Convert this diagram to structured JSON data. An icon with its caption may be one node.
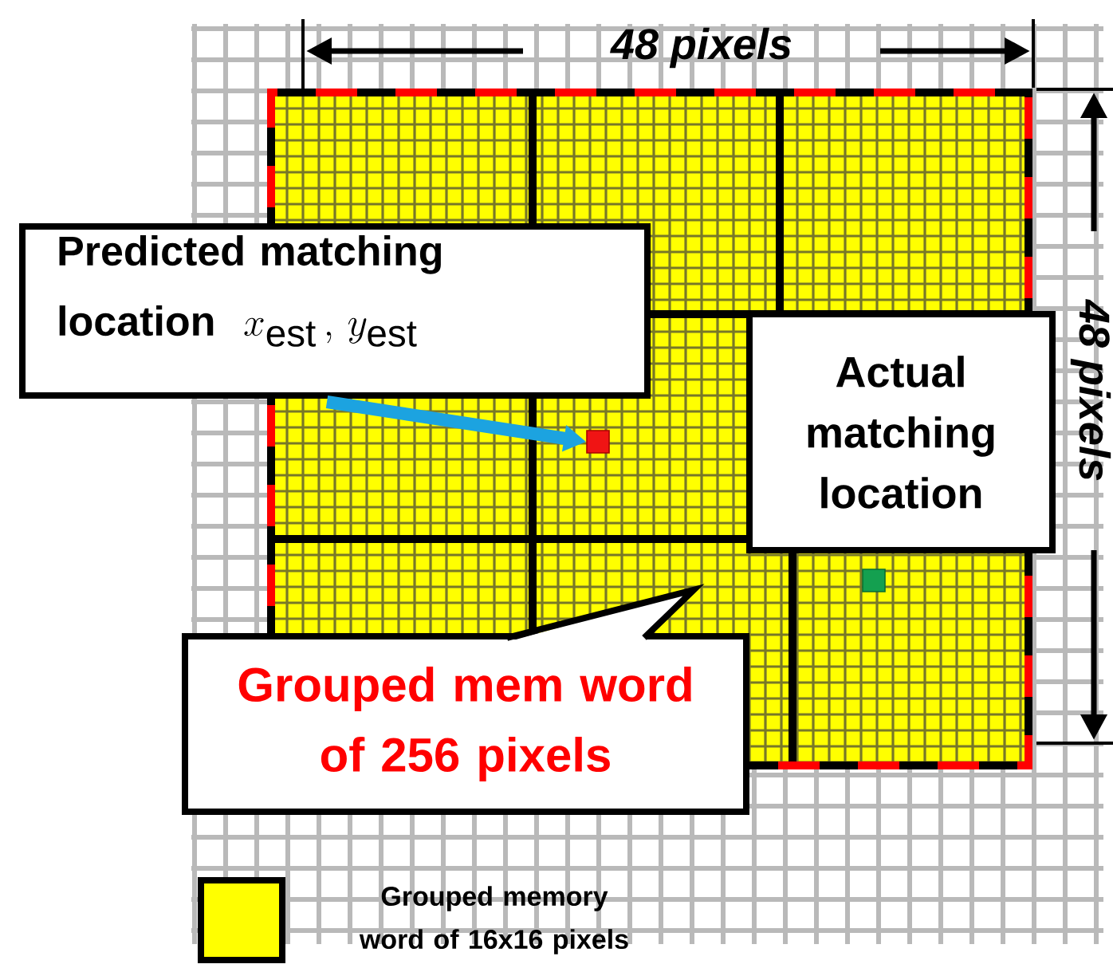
{
  "diagram": {
    "nodes": [
      {
        "text": [
          "Predicted matching location",
          "x_{\\mathrm{est}}\\,,\\,y_{\\mathrm{est}}"
        ]
      },
      {
        "text": [],
        "shape": "box"
      },
      {
        "text": [
          "Actual matching location"
        ]
      },
      {
        "text": [
          "Grouped mem word of 256 pixels"
        ]
      }
    ],
    "edges": [
      {
        "from": 0,
        "to": 1,
        "arrow": "to",
        "color": "#1ca3e0"
      }
    ],
    "labels": [
      "48 pixels",
      "48 pixels"
    ],
    "legend": [
      {
        "text": "Grouped memory word of 16x16 pixels",
        "color": "#ffff00"
      }
    ]
  }
}
